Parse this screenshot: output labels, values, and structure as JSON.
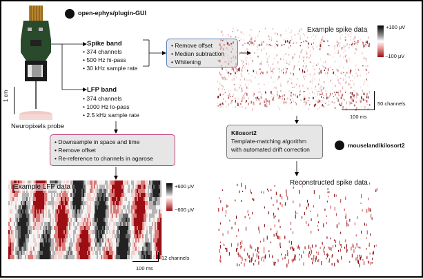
{
  "probe": {
    "label": "Neuropixels probe",
    "scale_label": "1 cm"
  },
  "github_top": {
    "label": "open-ephys/plugin-GUI",
    "icon": "github-icon"
  },
  "github_bottom": {
    "label": "mouseland/kilosort2",
    "icon": "github-icon"
  },
  "spike_band": {
    "title": "Spike band",
    "items": [
      "374 channels",
      "500 Hz hi-pass",
      "30 kHz sample rate"
    ]
  },
  "lfp_band": {
    "title": "LFP band",
    "items": [
      "374 channels",
      "1000 Hz lo-pass",
      "2.5 kHz sample rate"
    ]
  },
  "spike_processing": {
    "items": [
      "Remove offset",
      "Median subtraction",
      "Whitening"
    ]
  },
  "lfp_processing": {
    "items": [
      "Downsample in space and time",
      "Remove offset",
      "Re-reference to channels in agarose"
    ]
  },
  "kilosort": {
    "title": "Kilosort2",
    "line1": "Template-matching algorithm",
    "line2": "with automated drift correction"
  },
  "spike_data": {
    "title": "Example spike data",
    "cbar_top": "+100 μV",
    "cbar_bottom": "−100 μV",
    "scale_channels": "50 channels",
    "scale_time": "100 ms"
  },
  "lfp_data": {
    "title": "Example LFP data",
    "cbar_top": "+600 μV",
    "cbar_bottom": "−600 μV",
    "scale_channels": "12 channels",
    "scale_time": "100 ms"
  },
  "reconstructed": {
    "title": "Reconstructed spike data"
  },
  "colors": {
    "blue_border": "#5a7fb8",
    "pink_border": "#c23a78",
    "spike_red": "#a3161b",
    "box_fill": "#e6e6e6"
  }
}
